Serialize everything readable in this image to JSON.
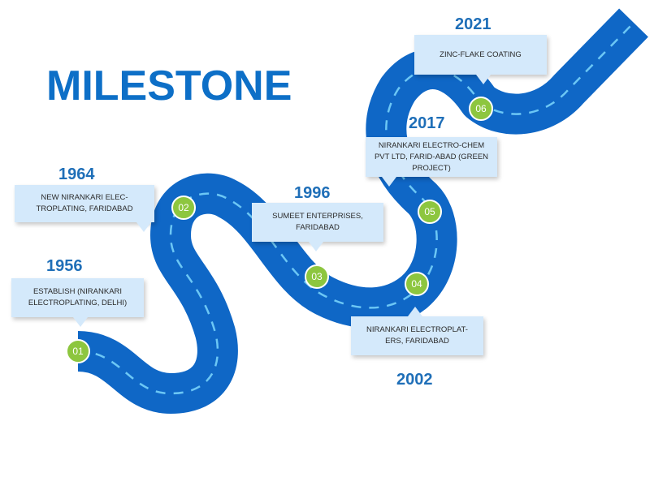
{
  "title": "MILESTONE",
  "colors": {
    "road": "#0f67c6",
    "road_dash": "#6cc7f5",
    "badge": "#8dc63f",
    "box": "#d4e9fb",
    "title": "#0d6fc7"
  },
  "milestones": [
    {
      "num": "01",
      "year": "1956",
      "text": "ESTABLISH (NIRANKARI ELECTROPLATING, DELHI)"
    },
    {
      "num": "02",
      "year": "1964",
      "text": "NEW NIRANKARI ELEC-TROPLATING, FARIDABAD"
    },
    {
      "num": "03",
      "year": "1996",
      "text": "SUMEET ENTERPRISES, FARIDABAD"
    },
    {
      "num": "04",
      "year": "2002",
      "text": "NIRANKARI ELECTROPLAT-ERS, FARIDABAD"
    },
    {
      "num": "05",
      "year": "2017",
      "text": "NIRANKARI ELECTRO-CHEM PVT LTD, FARID-ABAD (GREEN PROJECT)"
    },
    {
      "num": "06",
      "year": "2021",
      "text": "ZINC-FLAKE COATING"
    }
  ]
}
